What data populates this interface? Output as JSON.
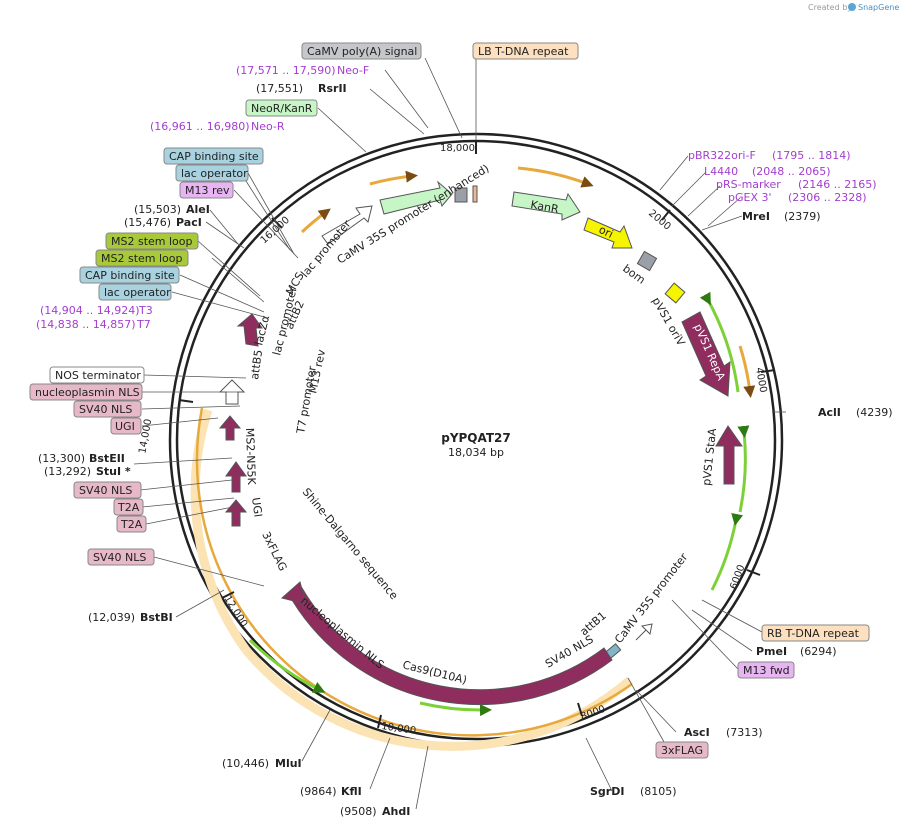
{
  "credit": {
    "created_by": "Created by",
    "brand": "SnapGene"
  },
  "plasmid": {
    "name": "pYPQAT27",
    "length_label": "18,034 bp",
    "length": 18034
  },
  "ticks": [
    "2000",
    "4000",
    "6000",
    "8000",
    "10,000",
    "12,000",
    "14,000",
    "16,000",
    "18,000"
  ],
  "features": {
    "ori": "ori",
    "bom": "bom",
    "kanr": "KanR",
    "camv35s_enh": "CaMV 35S promoter (enhanced)",
    "lac_promoter_top": "lac promoter",
    "mcs": "MCS",
    "attb2": "attB2",
    "lacza": "lacZα",
    "lac_promoter_mid": "lac promoter",
    "m13rev": "M13 rev",
    "t7prom": "T7 promoter",
    "attb5": "attB5",
    "ms2_n55k": "MS2-N55K",
    "ugi": "UGI",
    "flag3x": "3xFLAG",
    "shine": "Shine-Dalgarno sequence",
    "nls_nucleo": "nucleoplasmin NLS",
    "cas9": "Cas9(D10A)",
    "sv40nls": "SV40 NLS",
    "attb1": "attB1",
    "camv35s": "CaMV 35S promoter",
    "pvs1_stai": "pVS1 StaA",
    "pvs1_repa": "pVS1 RepA",
    "pvs1_oriv": "pVS1 oriV"
  },
  "labels_left": {
    "camv_polya": "CaMV poly(A) signal",
    "neo_f_range": "(17,571 .. 17,590)",
    "neo_f": "Neo-F",
    "rsrii_pos": "(17,551)",
    "rsrii": "RsrII",
    "neor_kanr": "NeoR/KanR",
    "neo_r_range": "(16,961 .. 16,980)",
    "neo_r": "Neo-R",
    "cap1": "CAP binding site",
    "lacop1": "lac operator",
    "m13rev": "M13 rev",
    "alei_pos": "(15,503)",
    "alei": "AleI",
    "paci_pos": "(15,476)",
    "paci": "PacI",
    "ms2_1": "MS2 stem loop",
    "ms2_2": "MS2 stem loop",
    "cap2": "CAP binding site",
    "lacop2": "lac operator",
    "t3_range": "(14,904 .. 14,924)",
    "t3": "T3",
    "t7_range": "(14,838 .. 14,857)",
    "t7": "T7",
    "nos_term": "NOS terminator",
    "nucleo_nls": "nucleoplasmin NLS",
    "sv40_1": "SV40 NLS",
    "ugi": "UGI",
    "bsteii_pos": "(13,300)",
    "bsteii": "BstEII",
    "stui_pos": "(13,292)",
    "stui": "StuI *",
    "sv40_2": "SV40 NLS",
    "t2a_1": "T2A",
    "t2a_2": "T2A",
    "sv40_3": "SV40 NLS",
    "bstbi_pos": "(12,039)",
    "bstbi": "BstBI",
    "mlui_pos": "(10,446)",
    "mlui": "MluI",
    "kfli_pos": "(9864)",
    "kfli": "KflI",
    "ahdi_pos": "(9508)",
    "ahdi": "AhdI"
  },
  "labels_right": {
    "lb_repeat": "LB T-DNA repeat",
    "pbr_range": "(1795 .. 1814)",
    "pbr": "pBR322ori-F",
    "l4440_range": "(2048 .. 2065)",
    "l4440": "L4440",
    "prs_range": "(2146 .. 2165)",
    "prs": "pRS-marker",
    "pgex_range": "(2306 .. 2328)",
    "pgex": "pGEX 3'",
    "mrei": "MreI",
    "mrei_pos": "(2379)",
    "acli": "AclI",
    "acli_pos": "(4239)",
    "rb_repeat": "RB T-DNA repeat",
    "pmei": "PmeI",
    "pmei_pos": "(6294)",
    "m13fwd": "M13 fwd",
    "asci": "AscI",
    "asci_pos": "(7313)",
    "flag3x": "3xFLAG",
    "sgrdi": "SgrDI",
    "sgrdi_pos": "(8105)"
  },
  "colors": {
    "backbone": "#222222",
    "primer": "#a43dd1",
    "cds": "#8e2d5e",
    "kanr": "#c6f5c6",
    "ori": "#f5f500",
    "misc_grey": "#9a9fa8",
    "lb_box": "#fde0bf",
    "cap_box": "#a8d2e0",
    "ms2_box": "#a8c93a",
    "m13_box": "#e6b5f2",
    "neor_box": "#c6f5c6",
    "nls_box": "#e7b8c8",
    "nos_box": "#ffffff",
    "orange_arc": "#e7a93b",
    "green_arc": "#7dd138"
  }
}
